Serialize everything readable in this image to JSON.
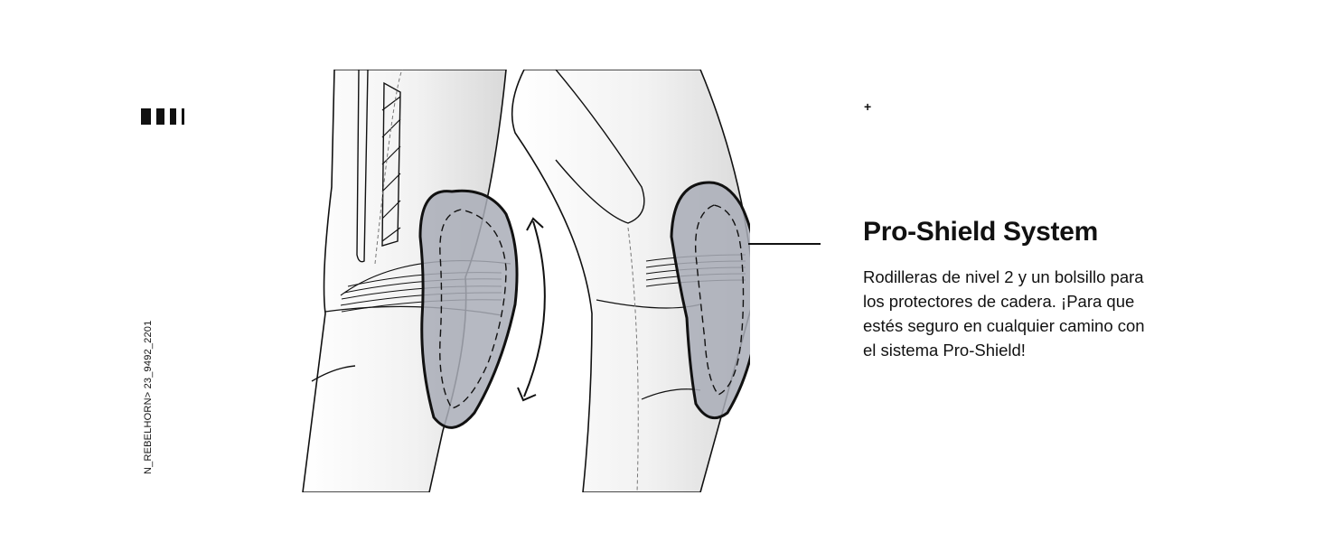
{
  "side_code": "N_REBELHORN> 23_9492_2201",
  "plus_sign": "+",
  "feature": {
    "title": "Pro-Shield System",
    "description": "Rodilleras de nivel 2 y un bolsillo para los protectores de cadera. ¡Para que estés seguro en cualquier camino con el sistema Pro-Shield!"
  },
  "colors": {
    "pad_fill": "#a9adb7",
    "line": "#111111",
    "background": "#ffffff"
  }
}
